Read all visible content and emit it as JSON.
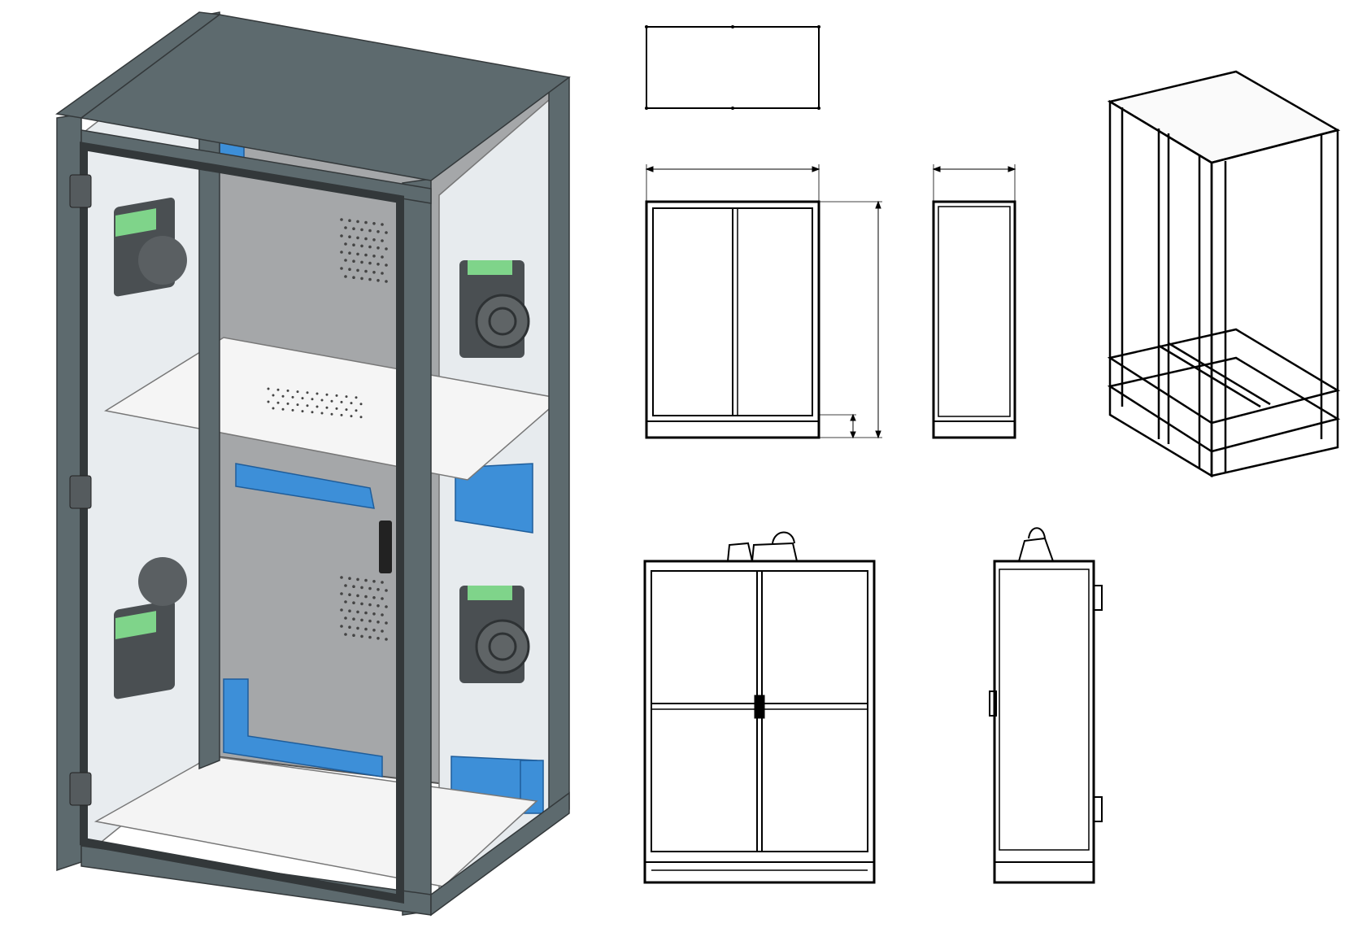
{
  "sheet": {
    "background": "#ffffff",
    "line_color": "#000000"
  },
  "render_view": {
    "icon": "cabinet-3d-render",
    "frame_color": "#5d6a6e",
    "bracket_color": "#3d8fd8",
    "fan_color": "#7fd48a",
    "panel_color": "#a7a9ab",
    "shelf_color": "#f2f2f2"
  },
  "views": [
    {
      "name": "top-view",
      "icon": "top-view-outline"
    },
    {
      "name": "front-view",
      "icon": "front-view-with-dimensions"
    },
    {
      "name": "side-view",
      "icon": "side-view-with-dimension"
    },
    {
      "name": "isometric-view",
      "icon": "isometric-frame"
    },
    {
      "name": "front-elevation",
      "icon": "front-elevation-with-doors"
    },
    {
      "name": "side-elevation",
      "icon": "side-elevation"
    }
  ]
}
